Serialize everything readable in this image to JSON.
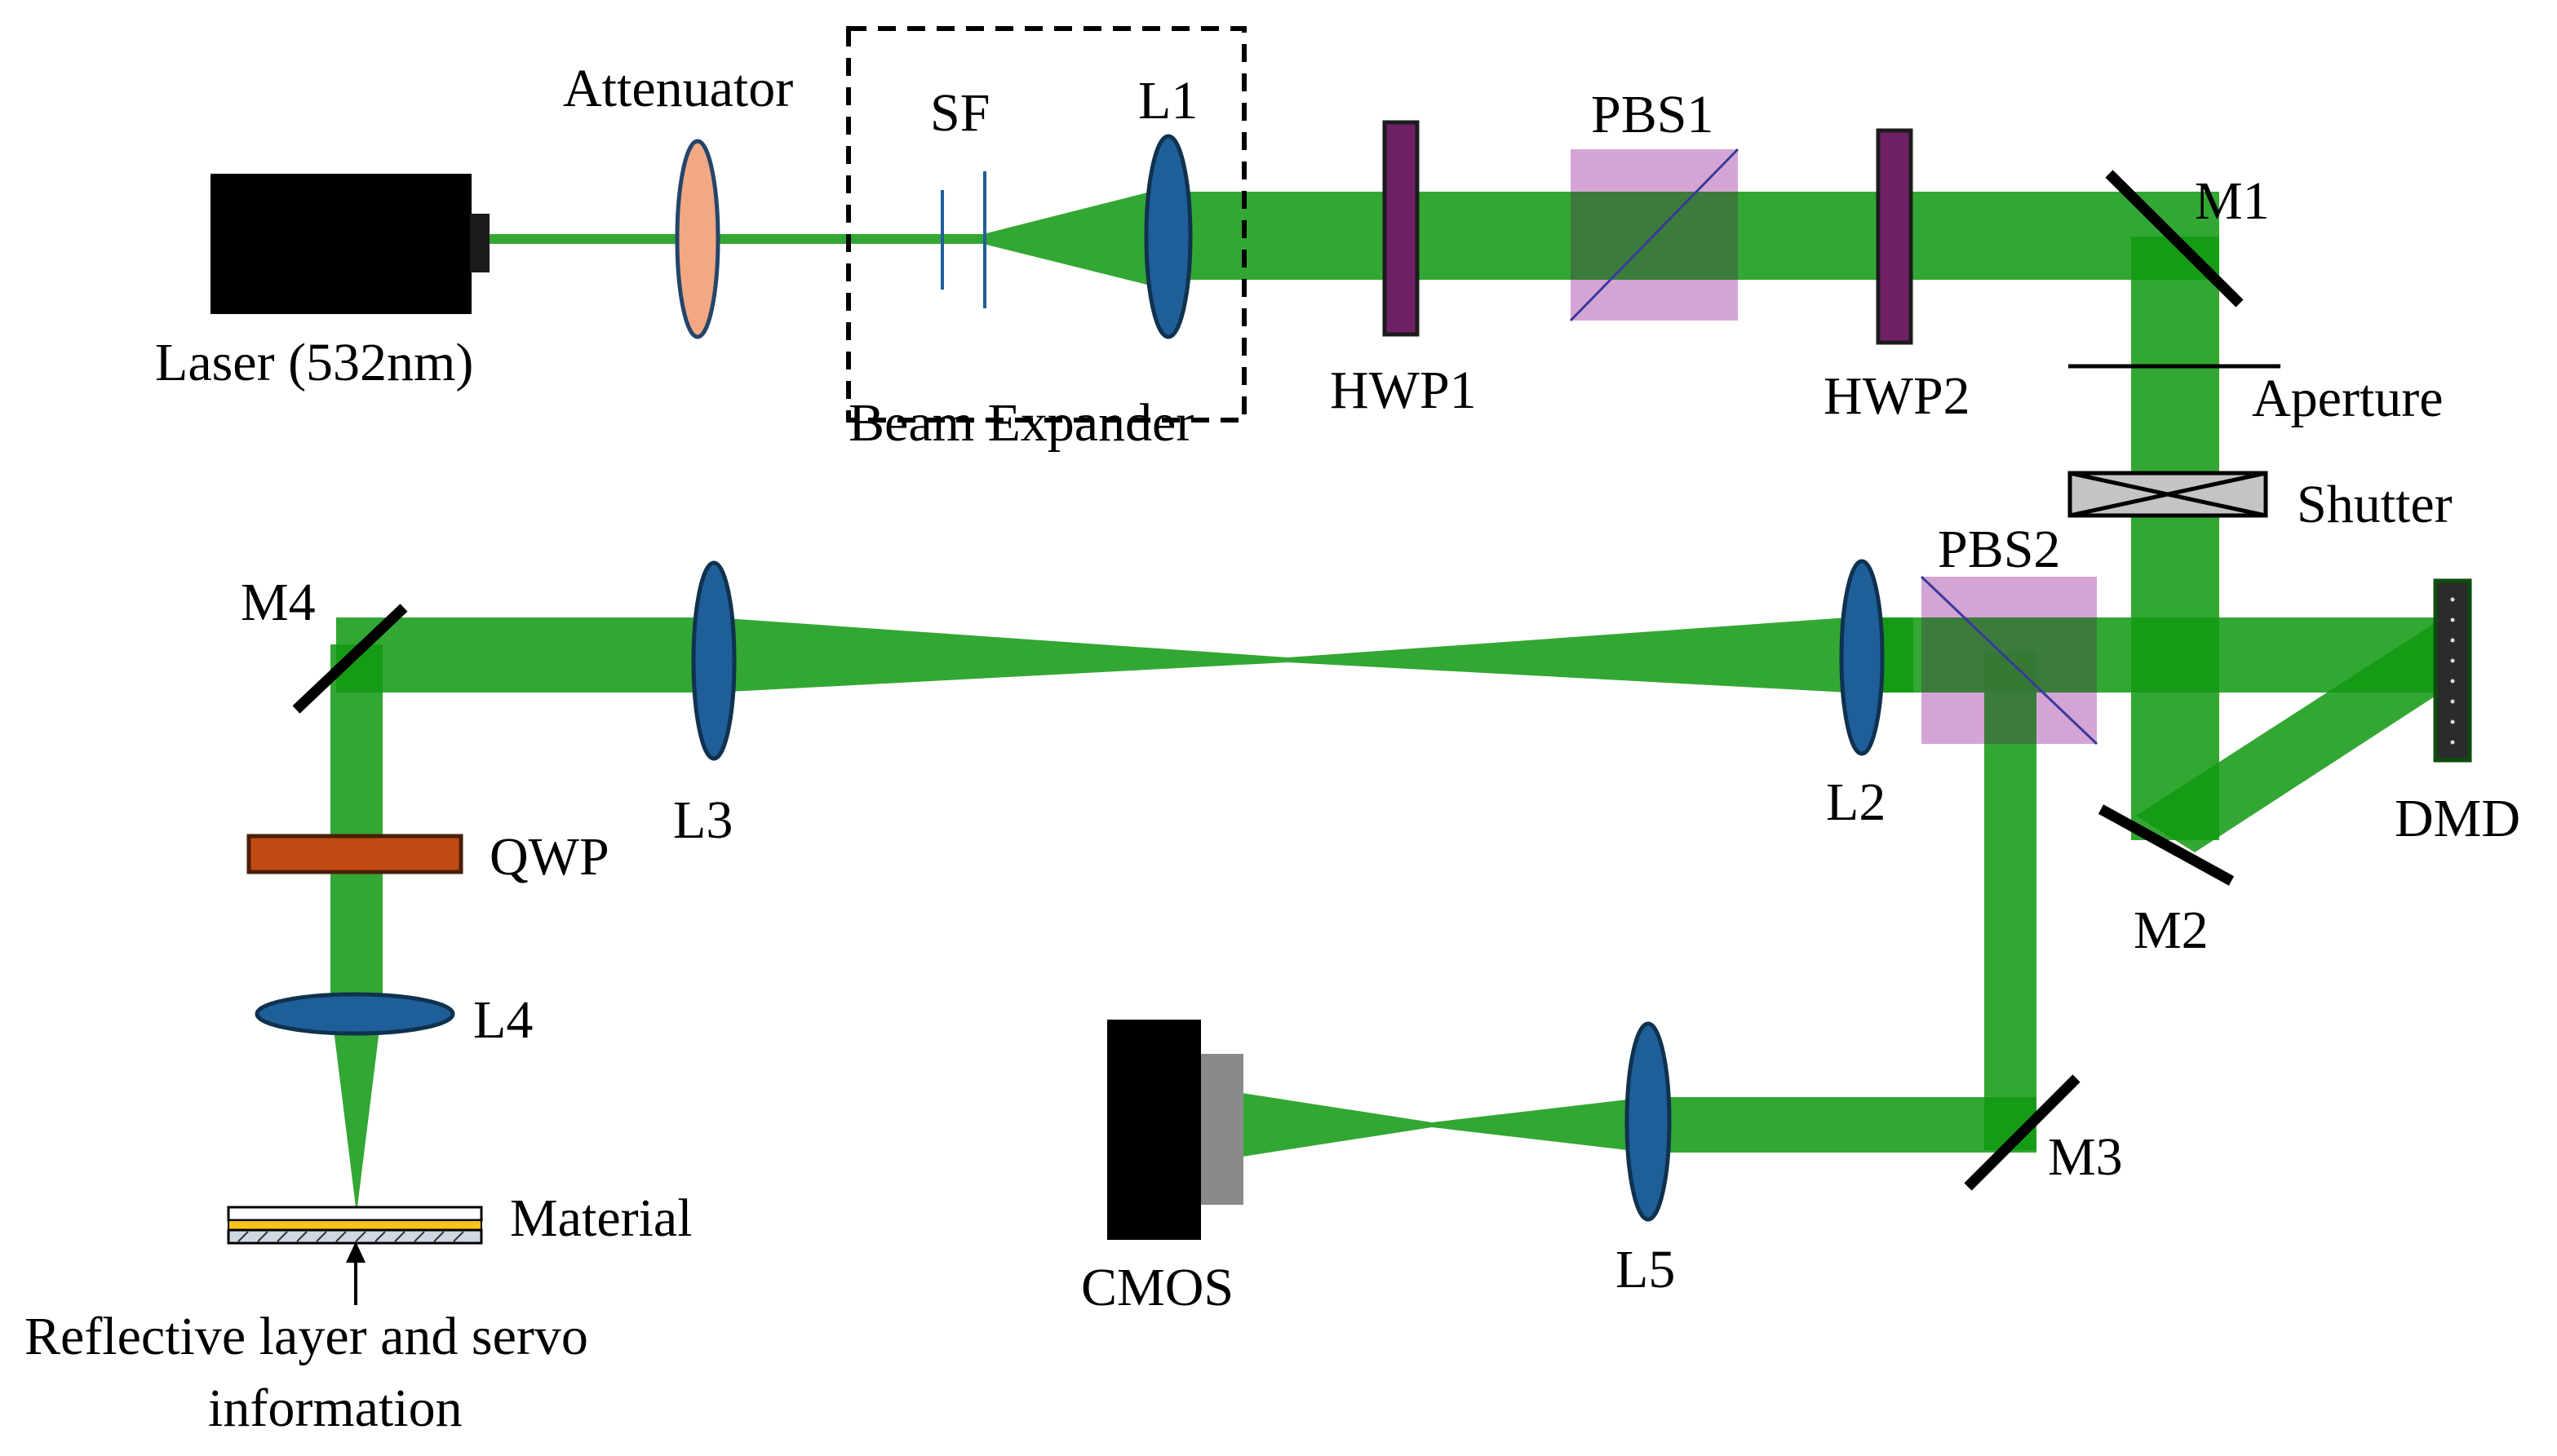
{
  "labels": {
    "laser": "Laser (532nm)",
    "attenuator": "Attenuator",
    "sf": "SF",
    "l1": "L1",
    "beam_expander": "Beam Expander",
    "hwp1": "HWP1",
    "pbs1": "PBS1",
    "hwp2": "HWP2",
    "m1": "M1",
    "aperture": "Aperture",
    "shutter": "Shutter",
    "pbs2": "PBS2",
    "dmd": "DMD",
    "m2": "M2",
    "l2": "L2",
    "l3": "L3",
    "m4": "M4",
    "qwp": "QWP",
    "l4": "L4",
    "material": "Material",
    "reflective_line1": "Reflective layer and servo",
    "reflective_line2": "information",
    "m3": "M3",
    "l5": "L5",
    "cmos": "CMOS"
  },
  "colors": {
    "beam": "#119911",
    "lens": "#1f5f99",
    "attenuator": "#f2a882",
    "waveplate": "#6f2166",
    "pbs": "#b05bb0",
    "qwp": "#c04a12",
    "material_layer": "#f7c21a",
    "camera_body": "#000000",
    "camera_sensor": "#8a8a8a"
  }
}
